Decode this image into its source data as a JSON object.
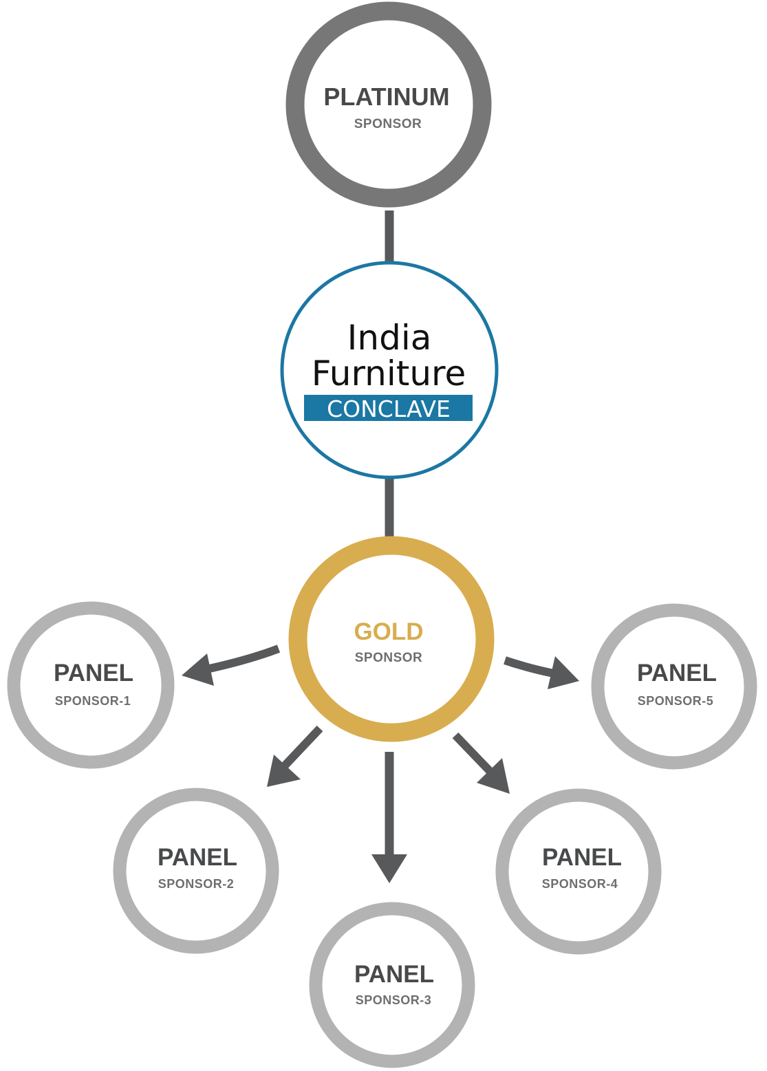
{
  "colors": {
    "platinum_ring": "#777777",
    "center_ring": "#1b77a3",
    "gold_ring": "#d8ad4f",
    "panel_ring": "#b3b3b3",
    "connector": "#58595b",
    "title_text": "#48494b",
    "sub_text": "#6d6e70",
    "gold_text": "#d8ad4f",
    "conclave_bg": "#1b77a3"
  },
  "platinum": {
    "title": "PLATINUM",
    "subtitle": "SPONSOR"
  },
  "event_logo": {
    "line1": "India",
    "line2": "Furniture",
    "badge": "CONCLAVE"
  },
  "gold": {
    "title": "GOLD",
    "subtitle": "SPONSOR"
  },
  "panels": [
    {
      "title": "PANEL",
      "subtitle": "SPONSOR-1"
    },
    {
      "title": "PANEL",
      "subtitle": "SPONSOR-2"
    },
    {
      "title": "PANEL",
      "subtitle": "SPONSOR-3"
    },
    {
      "title": "PANEL",
      "subtitle": "SPONSOR-4"
    },
    {
      "title": "PANEL",
      "subtitle": "SPONSOR-5"
    }
  ]
}
